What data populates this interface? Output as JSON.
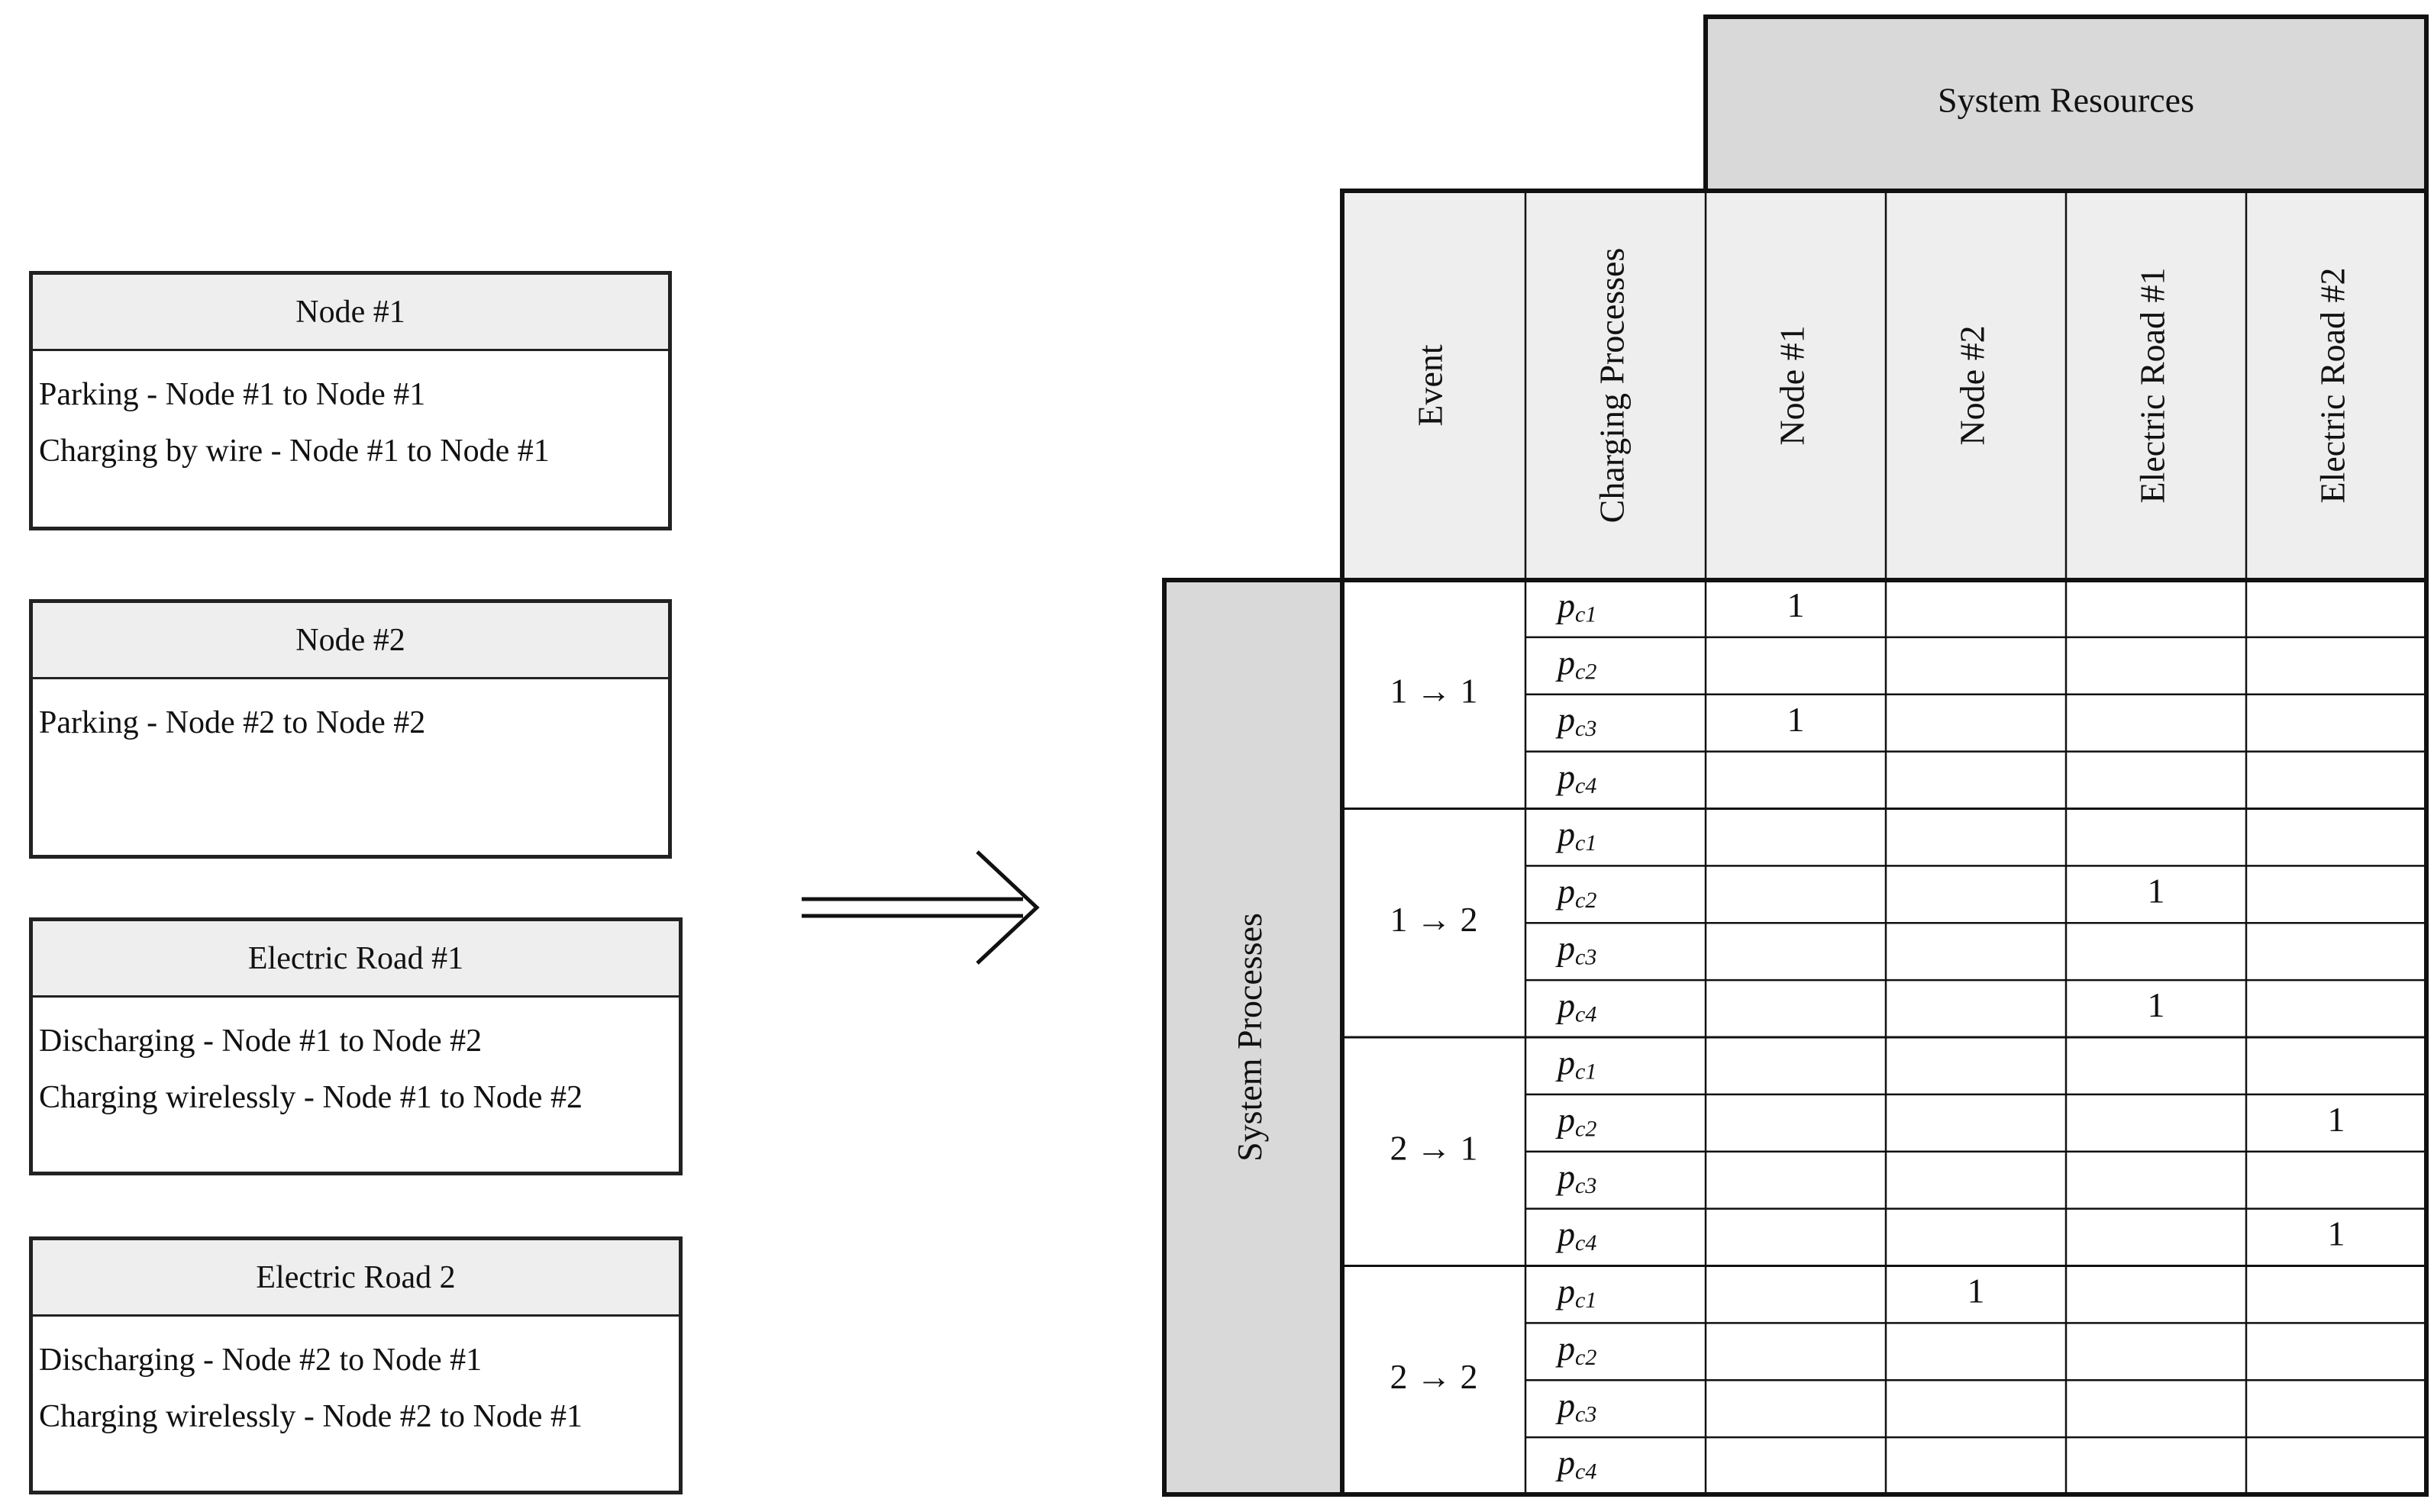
{
  "resources": [
    {
      "title": "Node #1",
      "lines": [
        "Parking - Node #1 to Node #1",
        "Charging by wire - Node #1 to Node #1"
      ]
    },
    {
      "title": "Node #2",
      "lines": [
        "Parking - Node #2 to Node #2"
      ]
    },
    {
      "title": "Electric Road #1",
      "lines": [
        "Discharging - Node #1 to Node #2",
        "Charging wirelessly - Node #1 to Node #2"
      ]
    },
    {
      "title": "Electric Road 2",
      "lines": [
        "Discharging - Node #2 to Node #1",
        "Charging wirelessly - Node #2 to Node #1"
      ]
    }
  ],
  "matrix": {
    "top_header": "System Resources",
    "side_header": "System Processes",
    "event_label": "Event",
    "process_label": "Charging Processes",
    "columns": [
      "Node #1",
      "Node #2",
      "Electric Road #1",
      "Electric Road #2"
    ],
    "process_symbol": "p",
    "process_subscripts": [
      "c1",
      "c2",
      "c3",
      "c4"
    ],
    "events": [
      {
        "label": "1 → 1",
        "cells": [
          [
            "1",
            "",
            "",
            ""
          ],
          [
            "",
            "",
            "",
            ""
          ],
          [
            "1",
            "",
            "",
            ""
          ],
          [
            "",
            "",
            "",
            ""
          ]
        ]
      },
      {
        "label": "1 → 2",
        "cells": [
          [
            "",
            "",
            "",
            ""
          ],
          [
            "",
            "",
            "1",
            ""
          ],
          [
            "",
            "",
            "",
            ""
          ],
          [
            "",
            "",
            "1",
            ""
          ]
        ]
      },
      {
        "label": "2 → 1",
        "cells": [
          [
            "",
            "",
            "",
            ""
          ],
          [
            "",
            "",
            "",
            "1"
          ],
          [
            "",
            "",
            "",
            ""
          ],
          [
            "",
            "",
            "",
            "1"
          ]
        ]
      },
      {
        "label": "2 → 2",
        "cells": [
          [
            "",
            "1",
            "",
            ""
          ],
          [
            "",
            "",
            "",
            ""
          ],
          [
            "",
            "",
            "",
            ""
          ],
          [
            "",
            "",
            "",
            ""
          ]
        ]
      }
    ]
  },
  "colors": {
    "header_fill": "#d9d9d9",
    "subheader_fill": "#eeeeee",
    "line": "#111111"
  }
}
